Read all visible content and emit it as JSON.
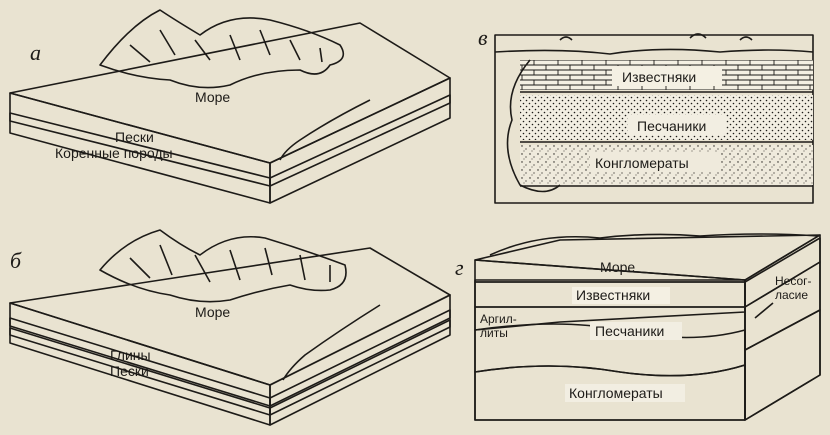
{
  "panels": [
    {
      "letter": "а",
      "labels": {
        "sea": "Море",
        "sands": "Пески",
        "bedrock": "Коренные породы"
      }
    },
    {
      "letter": "б",
      "labels": {
        "sea": "Море",
        "clays": "Глины",
        "sands": "Пески"
      }
    },
    {
      "letter": "в",
      "labels": {
        "limestones": "Известняки",
        "sandstones": "Песчаники",
        "conglomerates": "Конгломераты"
      }
    },
    {
      "letter": "г",
      "labels": {
        "sea": "Море",
        "limestones": "Известняки",
        "argillites_1": "Аргил-",
        "argillites_2": "литы",
        "sandstones": "Песчаники",
        "conglomerates": "Конгломераты",
        "unconformity_1": "Несог-",
        "unconformity_2": "ласие"
      }
    }
  ],
  "colors": {
    "paper": "#e9e3d1",
    "ink": "#1d1b18",
    "block_top": "#f4f0e3"
  }
}
